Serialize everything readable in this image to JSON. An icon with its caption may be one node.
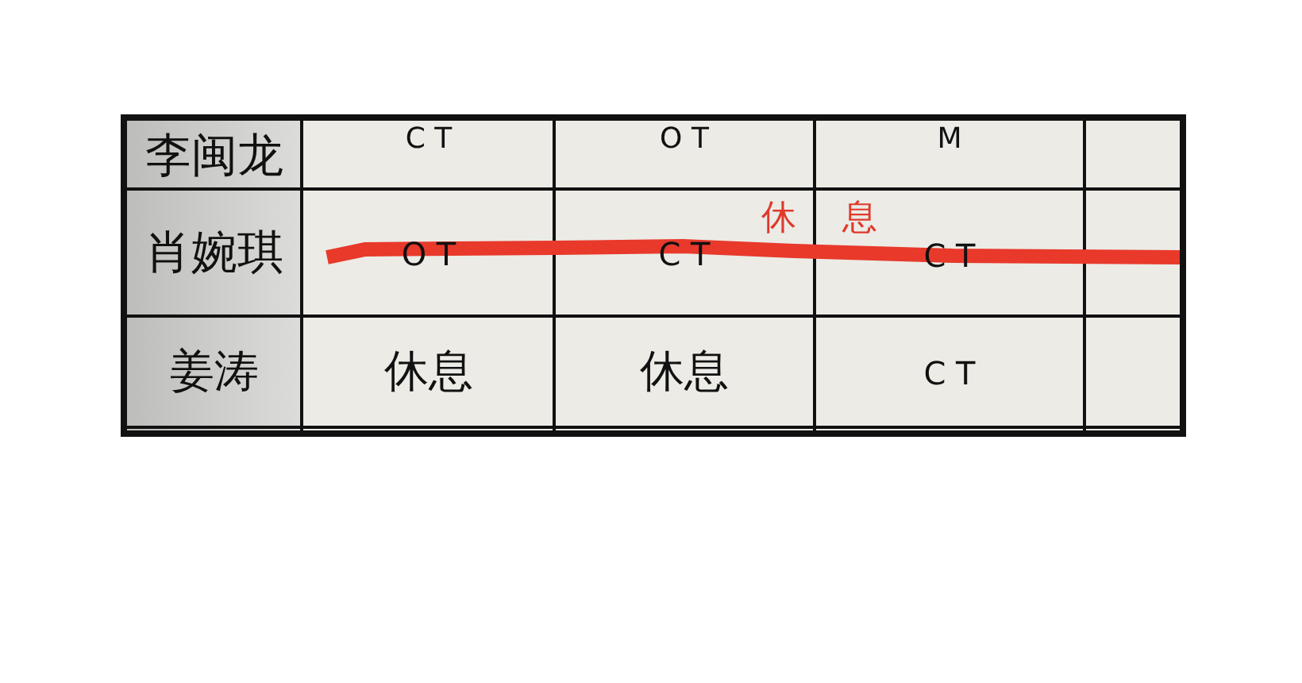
{
  "diagram": {
    "labels": [
      "李闽龙",
      "C T",
      "O T",
      "M",
      "肖婉琪",
      "O T",
      "C T",
      "C T",
      "休 息",
      "姜涛",
      "休息",
      "休息",
      "C T"
    ]
  }
}
